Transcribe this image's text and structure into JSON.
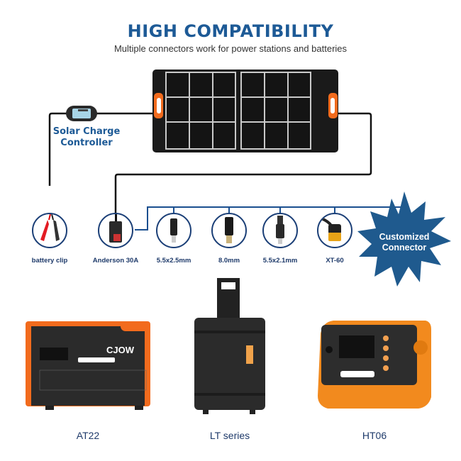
{
  "header": {
    "title": "HIGH COMPATIBILITY",
    "subtitle": "Multiple connectors work for power stations and batteries"
  },
  "controller": {
    "label_line1": "Solar Charge",
    "label_line2": "Controller"
  },
  "connectors": [
    {
      "label": "battery clip",
      "icon": "battery-clip-icon"
    },
    {
      "label": "Anderson 30A",
      "icon": "anderson-plug-icon"
    },
    {
      "label": "5.5x2.5mm",
      "icon": "dc-plug-icon"
    },
    {
      "label": "8.0mm",
      "icon": "dc-plug-icon"
    },
    {
      "label": "5.5x2.1mm",
      "icon": "dc-plug-icon"
    },
    {
      "label": "XT-60",
      "icon": "xt60-plug-icon"
    }
  ],
  "custom_badge": {
    "line1": "Customized",
    "line2": "Connector"
  },
  "products": [
    {
      "label": "AT22",
      "brand": "CJOW"
    },
    {
      "label": "LT series"
    },
    {
      "label": "HT06"
    }
  ],
  "colors": {
    "brand_blue": "#1d5a96",
    "line_blue": "#1b3f77",
    "accent_orange": "#f26b1d",
    "panel_black": "#1a1a1a"
  }
}
